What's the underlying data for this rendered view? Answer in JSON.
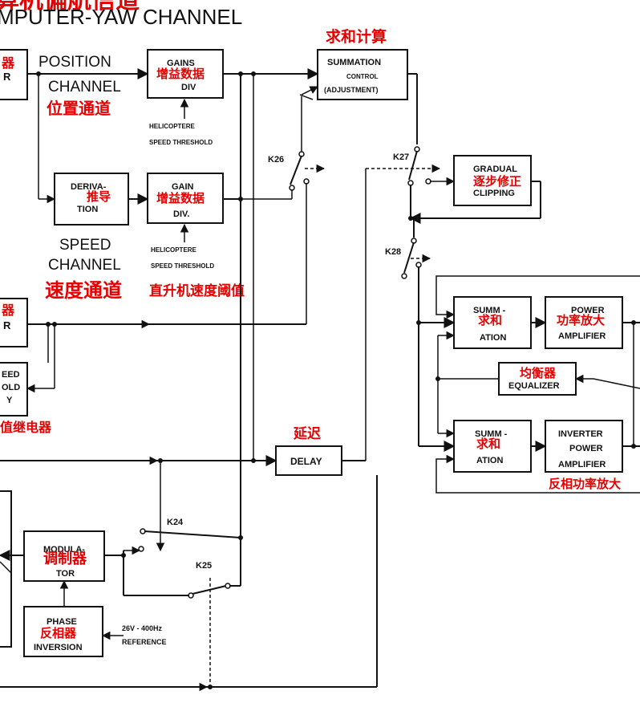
{
  "title": {
    "zh_partial": "算机偏航信道",
    "en_partial": "MPUTER-YAW CHANNEL"
  },
  "channels": {
    "position_en_1": "POSITION",
    "position_en_2": "CHANNEL",
    "position_zh": "位置通道",
    "speed_en_1": "SPEED",
    "speed_en_2": "CHANNEL",
    "speed_zh": "速度通道"
  },
  "left_edge": {
    "top_zh": "器",
    "top_en": "R",
    "mid_zh": "器",
    "mid_en": "R",
    "threshold_en_1": "EED",
    "threshold_en_2": "OLD",
    "threshold_en_3": "Y",
    "threshold_zh": "值继电器"
  },
  "blocks": {
    "gains_div_1": {
      "en_1": "GAINS",
      "en_2": "DIV",
      "zh": "增益数据"
    },
    "derivation": {
      "en_1": "DERIVA-",
      "en_2": "TION",
      "zh": "推导"
    },
    "gain_div_2": {
      "en_1": "GAIN",
      "en_2": "DIV.",
      "zh": "增益数据"
    },
    "summation_control": {
      "en_1": "SUMMATION",
      "en_2": "CONTROL",
      "en_3": "(ADJUSTMENT)",
      "zh": "求和计算"
    },
    "gradual_clipping": {
      "en_1": "GRADUAL",
      "en_2": "CLIPPING",
      "zh": "逐步修正"
    },
    "summation_upper": {
      "en_1": "SUMM -",
      "en_2": "ATION",
      "zh": "求和"
    },
    "power_amplifier": {
      "en_1": "POWER",
      "en_2": "AMPLIFIER",
      "zh": "功率放大"
    },
    "equalizer": {
      "en": "EQUALIZER",
      "zh": "均衡器"
    },
    "summation_lower": {
      "en_1": "SUMM -",
      "en_2": "ATION",
      "zh": "求和"
    },
    "inverter_power_amplifier": {
      "en_1": "INVERTER",
      "en_2": "POWER",
      "en_3": "AMPLIFIER",
      "zh": "反相功率放大"
    },
    "delay": {
      "en": "DELAY",
      "zh": "延迟"
    },
    "modulator": {
      "en_1": "MODULA-",
      "en_2": "TOR",
      "zh": "调制器"
    },
    "phase_inversion": {
      "en_1": "PHASE",
      "en_2": "INVERSION",
      "zh": "反相器"
    }
  },
  "annotations": {
    "heli_threshold_1a": "HELICOPTERE",
    "heli_threshold_1b": "SPEED THRESHOLD",
    "heli_threshold_2a": "HELICOPTERE",
    "heli_threshold_2b": "SPEED THRESHOLD",
    "heli_threshold_zh": "直升机速度阈值",
    "reference_1": "26V - 400Hz",
    "reference_2": "REFERENCE"
  },
  "switches": {
    "k24": "K24",
    "k25": "K25",
    "k26": "K26",
    "k27": "K27",
    "k28": "K28"
  }
}
